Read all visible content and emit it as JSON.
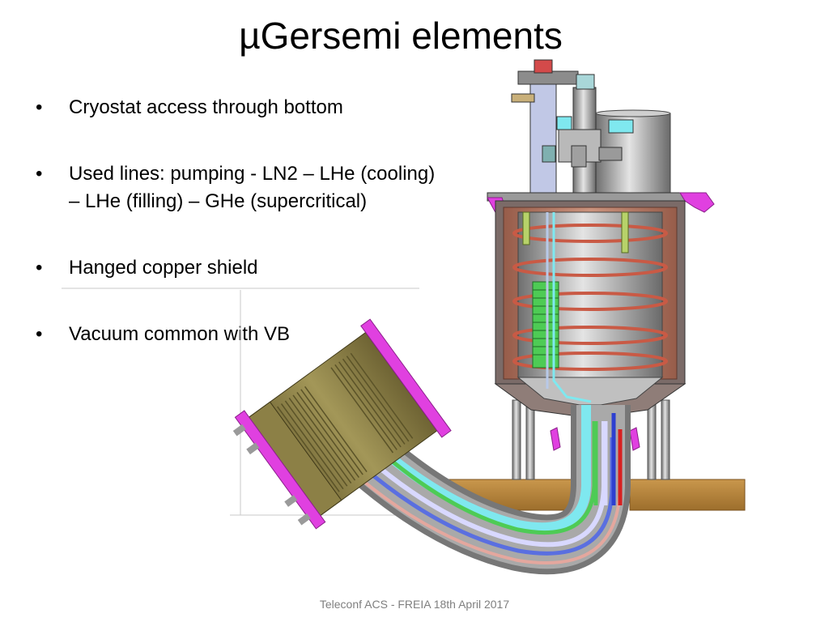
{
  "slide": {
    "title": "µGersemi elements",
    "bullets": [
      {
        "marker": "•",
        "text": "Cryostat access through bottom"
      },
      {
        "marker": "•",
        "text": "Used lines: pumping - LN2 – LHe (cooling)",
        "text_line2": "– LHe (filling) – GHe (supercritical)"
      },
      {
        "marker": "•",
        "text": "Hanged copper shield"
      },
      {
        "marker": "•",
        "text": "Vacuum common with VB"
      }
    ],
    "footer": "Teleconf ACS - FREIA 18th April 2017"
  },
  "drawing": {
    "colors": {
      "steel": "#9a9a9a",
      "copper": "#c47c63",
      "magenta": "#e040e0",
      "wood": "#b8853e",
      "olive": "#8c8046",
      "cyan": "#7fe8ef",
      "green": "#4ecb55",
      "blue": "#2d3fd0",
      "red": "#d82020",
      "lightblue": "#b8c9e8"
    }
  }
}
